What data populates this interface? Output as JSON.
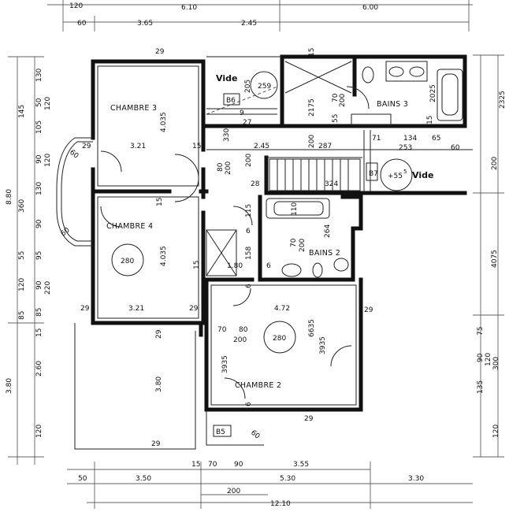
{
  "rooms": {
    "chambre3": "CHAMBRE 3",
    "chambre4": "CHAMBRE 4",
    "chambre2": "CHAMBRE 2",
    "bains3": "BAINS 3",
    "bains2": "BAINS 2",
    "vide1": "Vide",
    "vide2": "Vide"
  },
  "levels": {
    "l259": "259",
    "l280a": "280",
    "l280b": "280",
    "l55": "+55",
    "l55sup": "5"
  },
  "tags": {
    "b6": "B6",
    "b7": "B7",
    "b5": "B5"
  },
  "top_dims": {
    "t120": "120",
    "t610": "6.10",
    "t600": "6.00",
    "t60a": "60",
    "t365": "3.65",
    "t245": "2.45"
  },
  "left_dims": {
    "l880": "8.80",
    "l380": "3.80",
    "l145": "145",
    "l360": "360",
    "l130": "130",
    "l120a": "120",
    "l50": "50",
    "l105": "105",
    "l90a": "90",
    "l120b": "120",
    "l130b": "130",
    "l90b": "90",
    "l55": "55",
    "l95": "95",
    "l120c": "120",
    "l90c": "90",
    "l220": "220",
    "l85a": "85",
    "l85b": "85",
    "l15": "15",
    "l260": "2.60",
    "l120d": "120"
  },
  "right_dims": {
    "r2325": "2325",
    "r200": "200",
    "r4075": "4075",
    "r75": "75",
    "r90": "90",
    "r120": "120",
    "r300": "300",
    "r135": "135",
    "r120b": "120"
  },
  "bottom_dims": {
    "b15": "15",
    "b70": "70",
    "b90": "90",
    "b355": "3.55",
    "b50": "50",
    "b350": "3.50",
    "b530": "5.30",
    "b330": "3.30",
    "b200": "200",
    "b1210": "12.10"
  },
  "inner_dims": {
    "d29a": "29",
    "d29b": "29",
    "d321a": "3.21",
    "d15a": "15",
    "d245": "2.45",
    "d287": "287",
    "d4035a": "4.035",
    "d4035b": "4.035",
    "d321b": "3.21",
    "d29c": "29",
    "d29d": "29",
    "d15b": "15",
    "d330": "330",
    "d205": "205",
    "d9": "9",
    "d27": "27",
    "d2175": "2175",
    "d70": "70",
    "d200a": "200",
    "d55": "55",
    "d15c": "15",
    "d2025": "2025",
    "d15d": "15",
    "d71": "71",
    "d134": "134",
    "d65": "65",
    "d253": "253",
    "d60": "60",
    "d80": "80",
    "d200b": "200",
    "d200c": "200",
    "d200d": "200",
    "d28": "28",
    "d324": "324",
    "d115": "115",
    "d110": "110",
    "d6a": "6",
    "d264": "264",
    "d158": "158",
    "d70b": "70",
    "d200e": "200",
    "d180": "1.80",
    "d6b": "6",
    "d6c": "6",
    "d472": "4.72",
    "d29e": "29",
    "d70c": "70",
    "d80b": "80",
    "d200f": "200",
    "d6635": "6635",
    "d3935a": "3935",
    "d3935b": "3935",
    "d29f": "29",
    "d380": "3.80",
    "d29g": "29",
    "d29h": "29",
    "d60a": "60",
    "d60b": "60",
    "d60c": "60",
    "d15e": "15",
    "d6d": "6"
  }
}
